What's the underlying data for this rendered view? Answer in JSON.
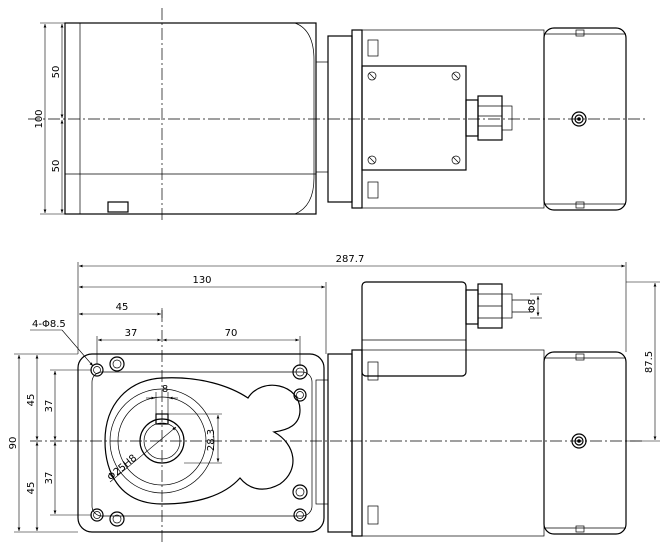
{
  "diagram": {
    "top_view": {
      "dimensions": {
        "overall_height": "100",
        "upper_half": "50",
        "lower_half": "50"
      }
    },
    "front_view": {
      "dimensions": {
        "overall_length": "287.7",
        "body_length": "130",
        "hole_offset": "45",
        "hole_spacing_left": "37",
        "hole_spacing_right": "70",
        "holes_callout": "4-Φ8.5",
        "overall_height": "87.5",
        "base_height": "90",
        "base_upper": "45",
        "base_lower": "45",
        "inner_upper": "37",
        "inner_lower": "37",
        "key_width": "8",
        "key_depth": "28.3",
        "bore_diameter": "Φ25H8",
        "cable_diameter": "Φ8"
      }
    }
  }
}
